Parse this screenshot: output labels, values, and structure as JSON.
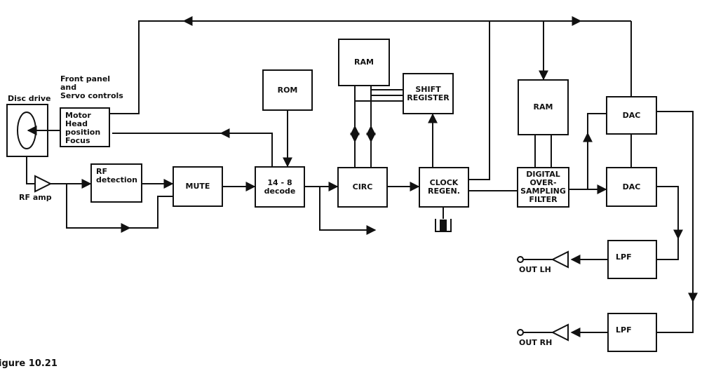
{
  "caption": "igure 10.21",
  "labels": {
    "disc_drive": "Disc drive",
    "front_panel": "Front panel\nand\nServo controls",
    "rf_amp": "RF amp",
    "out_lh": "OUT LH",
    "out_rh": "OUT RH"
  },
  "blocks": {
    "motor": "Motor\nHead\nposition\nFocus",
    "rf_detection": "RF\ndetection",
    "mute": "MUTE",
    "rom": "ROM",
    "decode": "14 - 8\ndecode",
    "ram_top": "RAM",
    "shift_register": "SHIFT\nREGISTER",
    "circ": "CIRC",
    "clock_regen": "CLOCK\nREGEN.",
    "ram_right": "RAM",
    "digital_filter": "DIGITAL\nOVER-\nSAMPLING\nFILTER",
    "dac_top": "DAC",
    "dac_bottom": "DAC",
    "lpf_lh": "LPF",
    "lpf_rh": "LPF"
  }
}
